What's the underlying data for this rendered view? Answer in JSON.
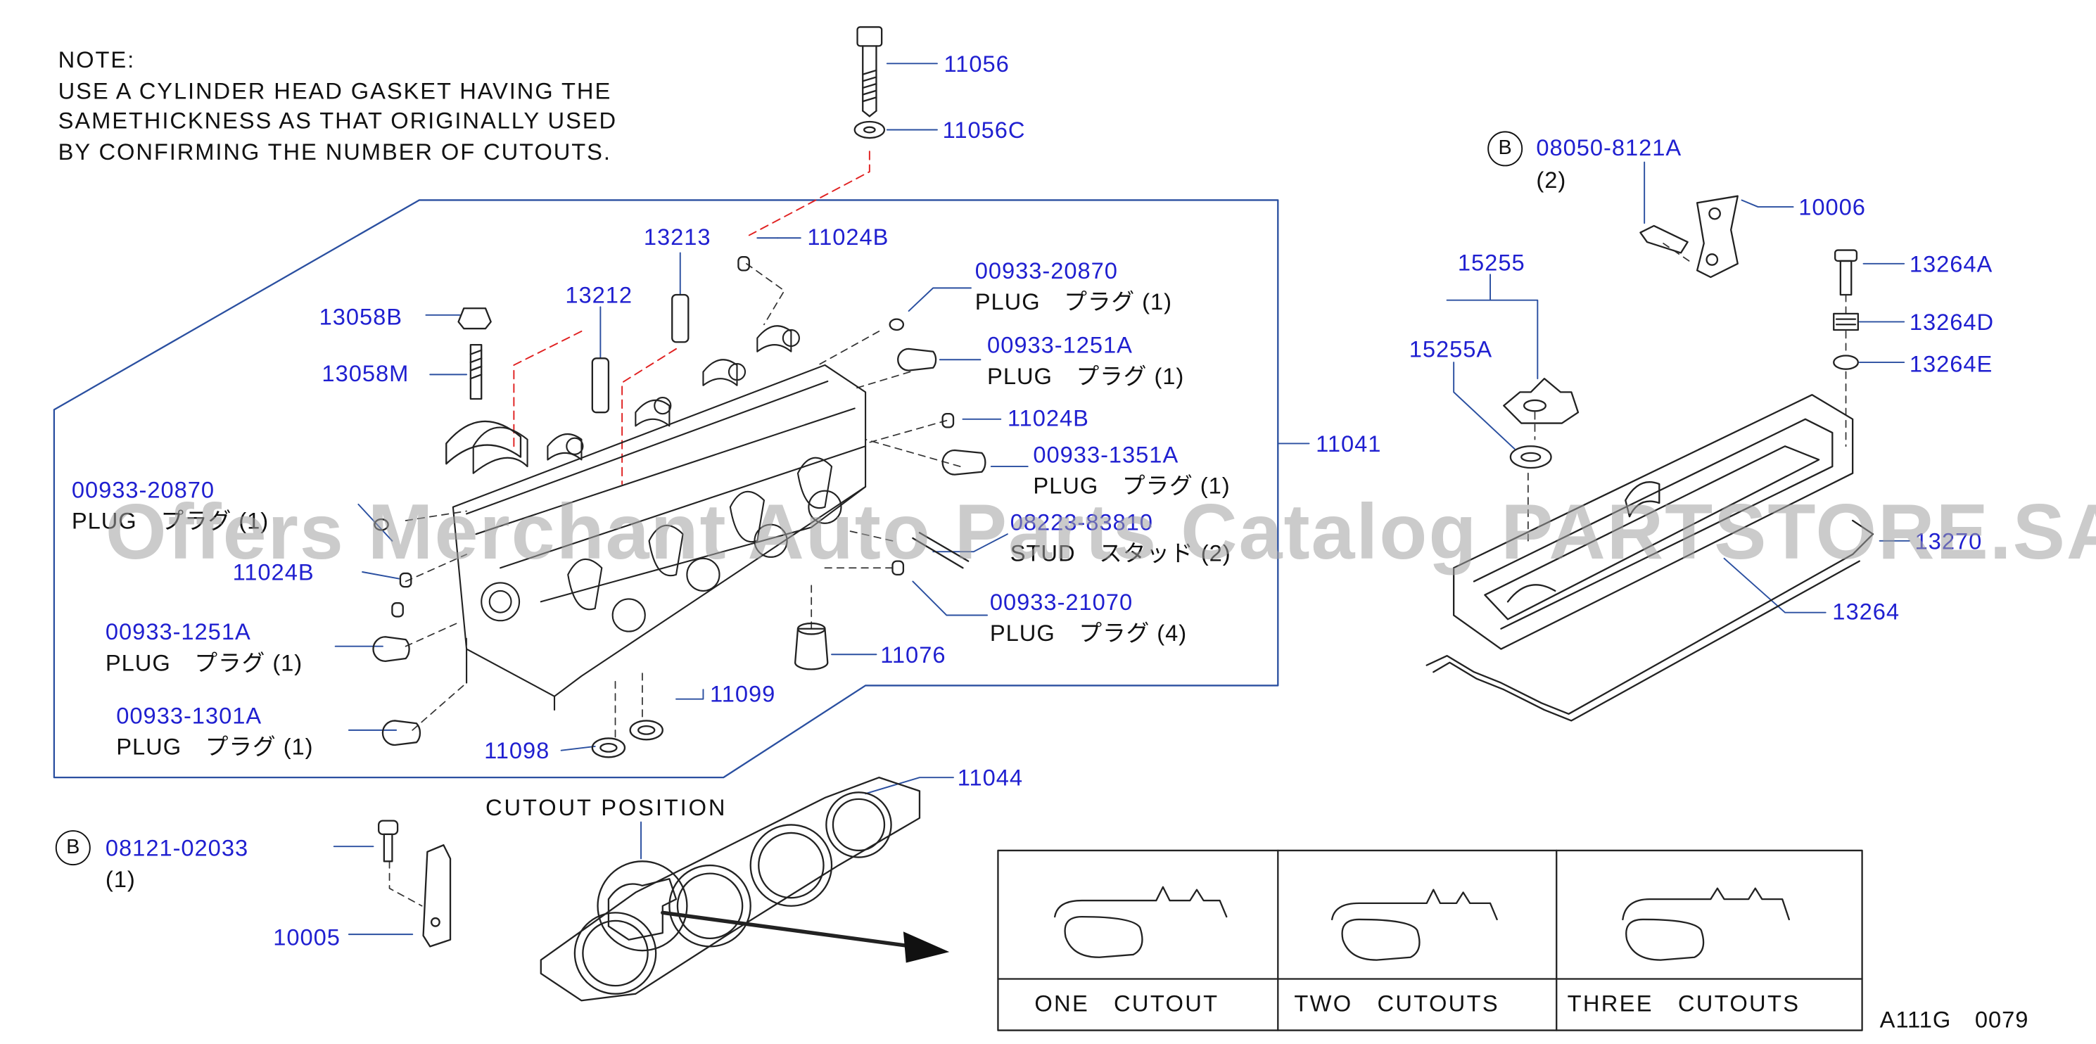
{
  "note": {
    "title": "NOTE:",
    "lines": [
      "USE A CYLINDER HEAD GASKET HAVING THE",
      "SAMETHICKNESS AS THAT ORIGINALLY USED",
      "BY CONFIRMING THE NUMBER OF CUTOUTS."
    ]
  },
  "watermark": "Offers Merchant Auto Parts Catalog PARTSTORE.SA",
  "circle_marker": "B",
  "parts": {
    "p11056": "11056",
    "p11056c": "11056C",
    "p13213": "13213",
    "p11024b_top": "11024B",
    "p00933_20870_right": "00933-20870",
    "plug1": "PLUG　プラグ (1)",
    "p13058b": "13058B",
    "p13212": "13212",
    "p00933_1251a_right": "00933-1251A",
    "plug2": "PLUG　プラグ (1)",
    "p13058m": "13058M",
    "p11024b_mid": "11024B",
    "p00933_1351a": "00933-1351A",
    "plug3": "PLUG　プラグ (1)",
    "p11041": "11041",
    "p00933_20870_left": "00933-20870",
    "plug4": "PLUG　プラグ (1)",
    "stud_num": "08223-83810",
    "stud_label": "STUD　スタッド (2)",
    "p11024b_left": "11024B",
    "p00933_21070": "00933-21070",
    "plug5": "PLUG　プラグ (4)",
    "p00933_1251a_left": "00933-1251A",
    "plug6": "PLUG　プラグ (1)",
    "p11076": "11076",
    "p11099": "11099",
    "p00933_1301a": "00933-1301A",
    "plug7": "PLUG　プラグ (1)",
    "p11098": "11098",
    "p08050_8121a": "08050-8121A",
    "qty2": "(2)",
    "p10006": "10006",
    "p15255": "15255",
    "p13264a": "13264A",
    "p15255a": "15255A",
    "p13264d": "13264D",
    "p13264e": "13264E",
    "p13270": "13270",
    "p13264": "13264",
    "p08121_02033": "08121-02033",
    "qty1": "(1)",
    "p10005": "10005",
    "p11044": "11044",
    "cutout_position": "CUTOUT POSITION"
  },
  "cutout_table": {
    "columns": [
      "ONE　CUTOUT",
      "TWO　CUTOUTS",
      "THREE　CUTOUTS"
    ]
  },
  "figure_code": "A111G　0079",
  "colors": {
    "part_number": "#1f1fd0",
    "leader_red": "#e02020",
    "frame": "#2a4fa0",
    "ink": "#111111"
  }
}
